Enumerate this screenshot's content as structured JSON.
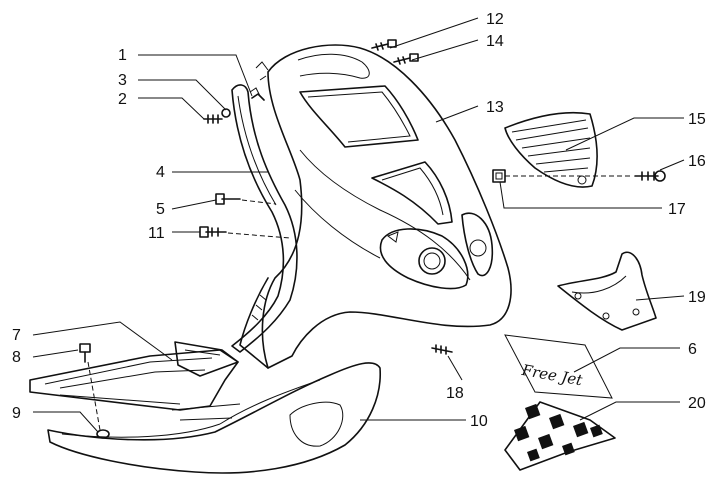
{
  "diagram": {
    "callouts": [
      {
        "id": "c1",
        "label": "1"
      },
      {
        "id": "c2",
        "label": "2"
      },
      {
        "id": "c3",
        "label": "3"
      },
      {
        "id": "c4",
        "label": "4"
      },
      {
        "id": "c5",
        "label": "5"
      },
      {
        "id": "c6",
        "label": "6"
      },
      {
        "id": "c7",
        "label": "7"
      },
      {
        "id": "c8",
        "label": "8"
      },
      {
        "id": "c9",
        "label": "9"
      },
      {
        "id": "c10",
        "label": "10"
      },
      {
        "id": "c11",
        "label": "11"
      },
      {
        "id": "c12",
        "label": "12"
      },
      {
        "id": "c13",
        "label": "13"
      },
      {
        "id": "c14",
        "label": "14"
      },
      {
        "id": "c15",
        "label": "15"
      },
      {
        "id": "c16",
        "label": "16"
      },
      {
        "id": "c17",
        "label": "17"
      },
      {
        "id": "c18",
        "label": "18"
      },
      {
        "id": "c19",
        "label": "19"
      },
      {
        "id": "c20",
        "label": "20"
      }
    ],
    "decal_script": "Free Jet"
  }
}
